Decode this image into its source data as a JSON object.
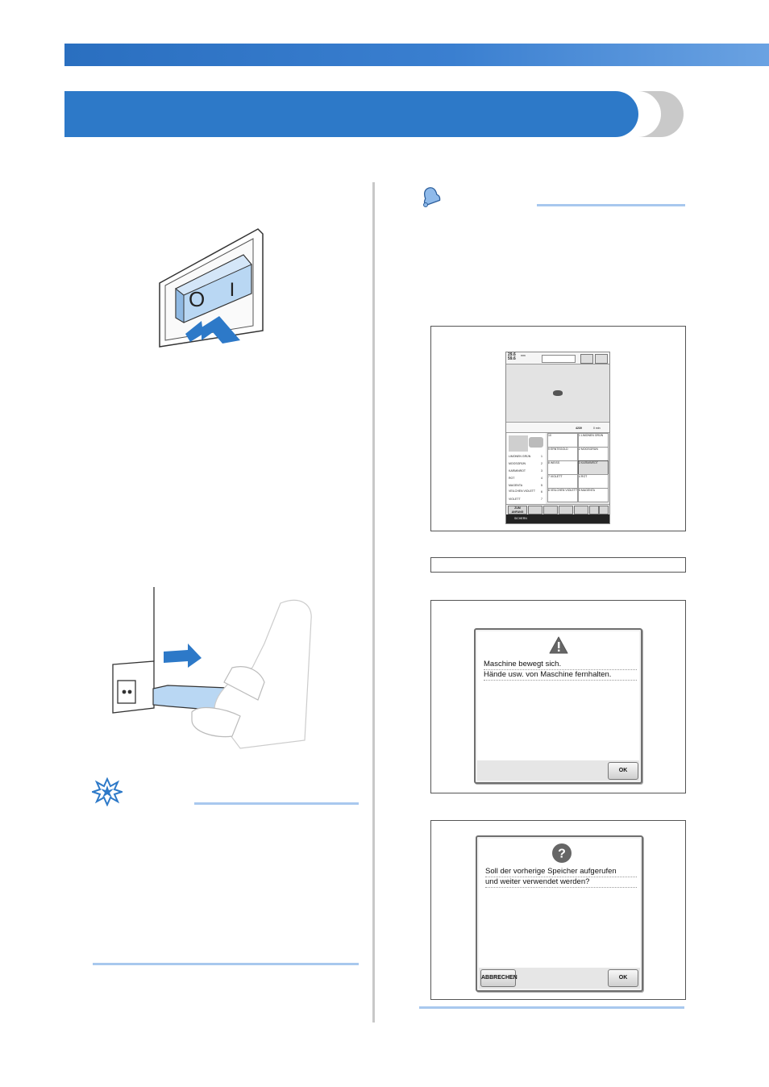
{
  "colors": {
    "accent": "#2d79c8",
    "rule": "#a8c8ee",
    "gray": "#c9c9c9"
  },
  "icons": {
    "memo": "bell-icon",
    "note": "burst-icon",
    "warning": "warning-triangle-icon",
    "question": "question-circle-icon"
  },
  "switch_figure": {
    "off_symbol": "O",
    "on_symbol": "I"
  },
  "lcd": {
    "dim1": "29.6",
    "dim2": "59.6",
    "unit": "mm",
    "thread_list": [
      "LIMONEN GRÜN",
      "MOOSGRÜN",
      "KARMINROT",
      "ROT",
      "MAGENTA",
      "VEILCHEN VIOLETT",
      "VIOLETT"
    ],
    "thread_nums": [
      "1",
      "2",
      "3",
      "4",
      "5",
      "6",
      "7"
    ],
    "grid_cells": [
      "10",
      "1 LIMONEN GRÜN",
      "9 ERNTEGOLD",
      "2 MOOSGRÜN",
      "8 WEISS",
      "3 KARMINROT",
      "7 VIOLETT",
      "4 ROT",
      "6 VEILCHEN VIOLETT",
      "5 MAGENTA"
    ],
    "zum_anfang": "ZUM ANFANG",
    "stitch_count": "4239",
    "time": "0 min",
    "bottom_label": "SICHERN"
  },
  "dialog1": {
    "line1": "Maschine bewegt sich.",
    "line2": "Hände usw. von Maschine fernhalten.",
    "ok": "OK"
  },
  "dialog2": {
    "line1": "Soll der vorherige Speicher aufgerufen",
    "line2": "und weiter verwendet werden?",
    "cancel": "ABBRECHEN",
    "ok": "OK"
  }
}
